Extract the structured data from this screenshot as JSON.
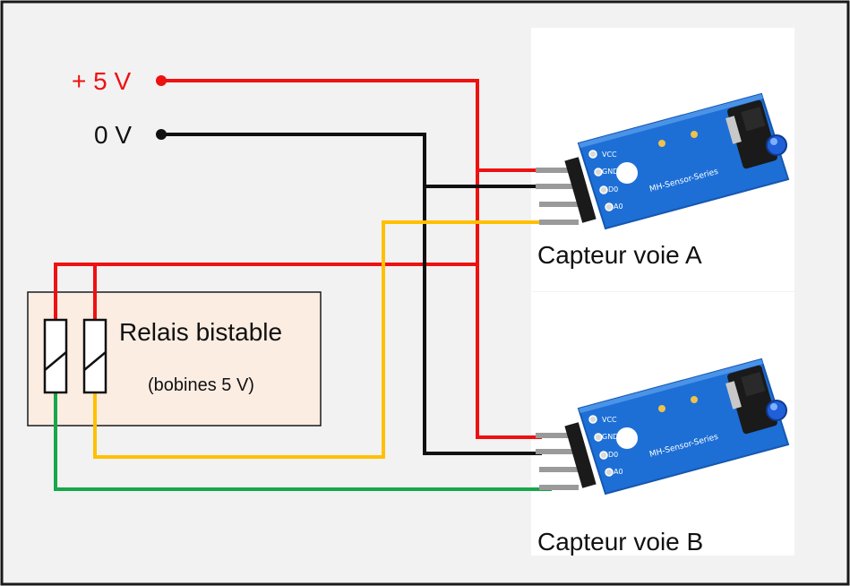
{
  "supply": {
    "plus_label": "+ 5 V",
    "zero_label": "0 V"
  },
  "relay": {
    "title": "Relais bistable",
    "subtitle": "(bobines 5 V)"
  },
  "sensor_a": {
    "caption": "Capteur voie A",
    "brand": "MH-Sensor-Series",
    "pins": [
      "VCC",
      "GND",
      "D0",
      "A0"
    ]
  },
  "sensor_b": {
    "caption": "Capteur voie B",
    "brand": "MH-Sensor-Series",
    "pins": [
      "VCC",
      "GND",
      "D0",
      "A0"
    ]
  },
  "colors": {
    "background": "#f2f2f2",
    "frame": "#1a1a1a",
    "wire_red": "#ee1111",
    "wire_black": "#111111",
    "wire_yellow": "#ffc000",
    "wire_green": "#17a74a",
    "relay_fill": "#fcede3",
    "pcb_blue": "#1d6fd6",
    "pcb_dark": "#1658b0",
    "label_red": "#ee1111"
  }
}
